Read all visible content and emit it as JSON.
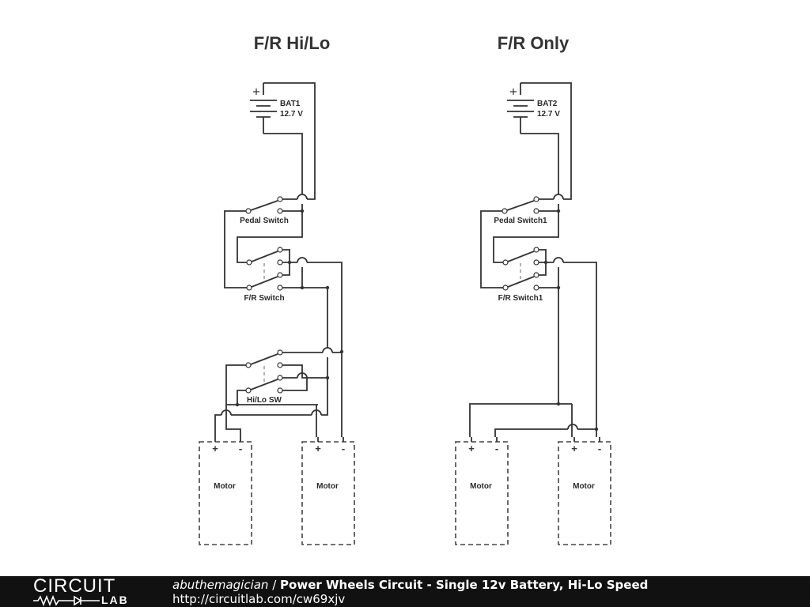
{
  "diagram": {
    "left_title": "F/R Hi/Lo",
    "right_title": "F/R Only",
    "bat1_name": "BAT1",
    "bat1_voltage": "12.7 V",
    "bat2_name": "BAT2",
    "bat2_voltage": "12.7 V",
    "pedal_switch_label": "Pedal Switch",
    "fr_switch_label": "F/R Switch",
    "hilo_switch_label": "Hi/Lo SW",
    "pedal_switch1_label": "Pedal Switch1",
    "fr_switch1_label": "F/R Switch1",
    "motor_label": "Motor",
    "plus": "+",
    "minus": "-"
  },
  "footer": {
    "logo_top": "CIRCUIT",
    "logo_bottom": "LAB",
    "author": "abuthemagician",
    "separator": " / ",
    "title": "Power Wheels Circuit - Single 12v Battery, Hi-Lo Speed",
    "url": "http://circuitlab.com/cw69xjv"
  }
}
